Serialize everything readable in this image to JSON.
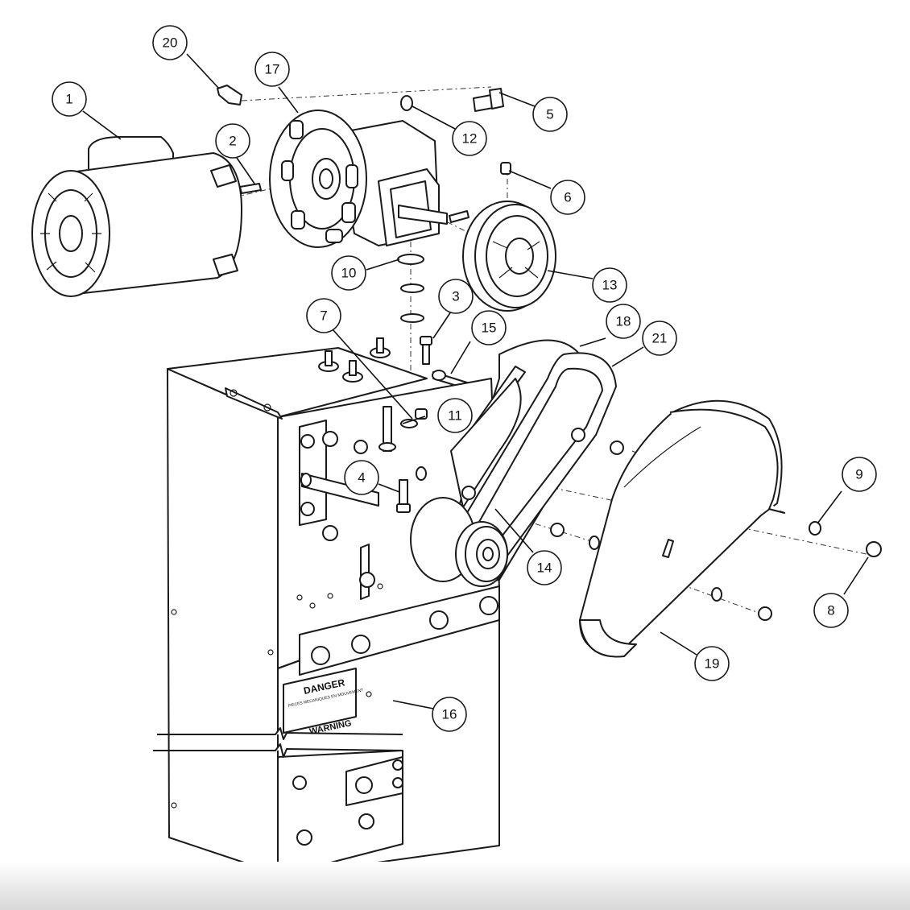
{
  "callouts": [
    {
      "num": "1"
    },
    {
      "num": "2"
    },
    {
      "num": "3"
    },
    {
      "num": "4"
    },
    {
      "num": "5"
    },
    {
      "num": "6"
    },
    {
      "num": "7"
    },
    {
      "num": "8"
    },
    {
      "num": "9"
    },
    {
      "num": "10"
    },
    {
      "num": "11"
    },
    {
      "num": "12"
    },
    {
      "num": "13"
    },
    {
      "num": "14"
    },
    {
      "num": "15"
    },
    {
      "num": "16"
    },
    {
      "num": "17"
    },
    {
      "num": "18"
    },
    {
      "num": "19"
    },
    {
      "num": "20"
    },
    {
      "num": "21"
    }
  ],
  "decal": {
    "title": "DANGER",
    "subtitle": "PIECES MECANIQUES EN MOUVEMENT",
    "warning": "WARNING"
  },
  "colors": {
    "line": "#1a1a1a",
    "background": "#ffffff"
  }
}
